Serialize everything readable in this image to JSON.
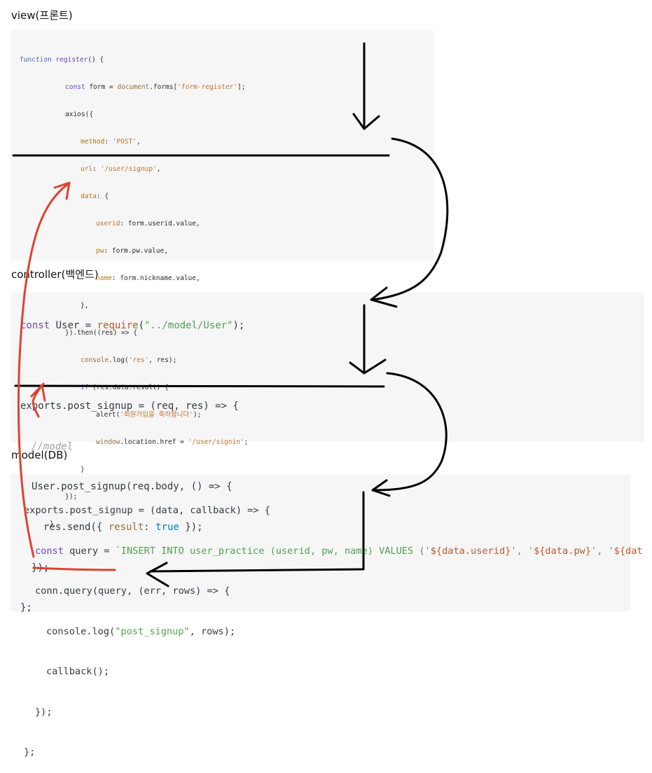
{
  "headings": {
    "view": "view(프론트)",
    "controller": "controller(백엔드)",
    "model": "model(DB)"
  },
  "view_code": {
    "l1": {
      "kw": "function",
      "fn": "register",
      "rest": "() {"
    },
    "l2": {
      "kw": "const",
      "a": " form = ",
      "b": "document",
      "c": ".forms[",
      "str": "'form-register'",
      "d": "];"
    },
    "l3": {
      "a": "axios({"
    },
    "l4": {
      "prop": "method",
      "a": ": ",
      "str": "'POST'",
      "b": ","
    },
    "l5": {
      "prop": "url",
      "a": ": ",
      "str": "'/user/signup'",
      "b": ","
    },
    "l6": {
      "prop": "data",
      "a": ": {"
    },
    "l7": {
      "prop": "userid",
      "a": ": form.userid.value,"
    },
    "l8": {
      "prop": "pw",
      "a": ": form.pw.value,"
    },
    "l9": {
      "prop": "name",
      "a": ": form.nickname.value,"
    },
    "l10": {
      "a": "},"
    },
    "l11": {
      "a": "}).then((res) => {"
    },
    "l12": {
      "a": "console",
      "b": ".log(",
      "str": "'res'",
      "c": ", res);"
    },
    "l13": {
      "kw": "if",
      "a": " (res.data.result) {"
    },
    "l14": {
      "a": "alert(",
      "str": "'회원가입을 축하합니다'",
      "b": ");"
    },
    "l15": {
      "a": "window",
      "b": ".location.href = ",
      "str": "'/user/signin'",
      "c": ";"
    },
    "l16": {
      "a": "}"
    },
    "l17": {
      "a": "});"
    },
    "l18": {
      "a": "}"
    }
  },
  "controller_code": {
    "l1": {
      "kw": "const",
      "a": " User = ",
      "fn": "require",
      "b": "(",
      "str": "\"../model/User\"",
      "c": ");"
    },
    "l2": {
      "a": ""
    },
    "l3": {
      "a": "exports.post_signup = (req, res) => {"
    },
    "l4": {
      "cm": "//model"
    },
    "l5": {
      "a": "User.post_signup(req.body, () => {"
    },
    "l6": {
      "a": "res.send({ ",
      "prop": "result",
      "b": ": ",
      "bool": "true",
      "c": " });"
    },
    "l7": {
      "a": "});"
    },
    "l8": {
      "a": "};"
    }
  },
  "model_code": {
    "l1": {
      "a": "exports.post_signup = (data, callback) => {"
    },
    "l2": {
      "kw": "const",
      "a": " query = ",
      "str": "`INSERT INTO user_practice (userid, pw, name) VALUES ('",
      "t1": "${data.userid}",
      "s2": "', '",
      "t2": "${data.pw}",
      "s3": "', '",
      "t3": "${dat"
    },
    "l3": {
      "a": "conn.query(query, (err, rows) => {"
    },
    "l4": {
      "a": "console.log(",
      "str": "\"post_signup\"",
      "b": ", rows);"
    },
    "l5": {
      "a": "callback();"
    },
    "l6": {
      "a": "});"
    },
    "l7": {
      "a": "};"
    }
  },
  "colors": {
    "panel": "#f6f6f7",
    "ink": "#000000",
    "red_annotation": "#e0412f"
  }
}
